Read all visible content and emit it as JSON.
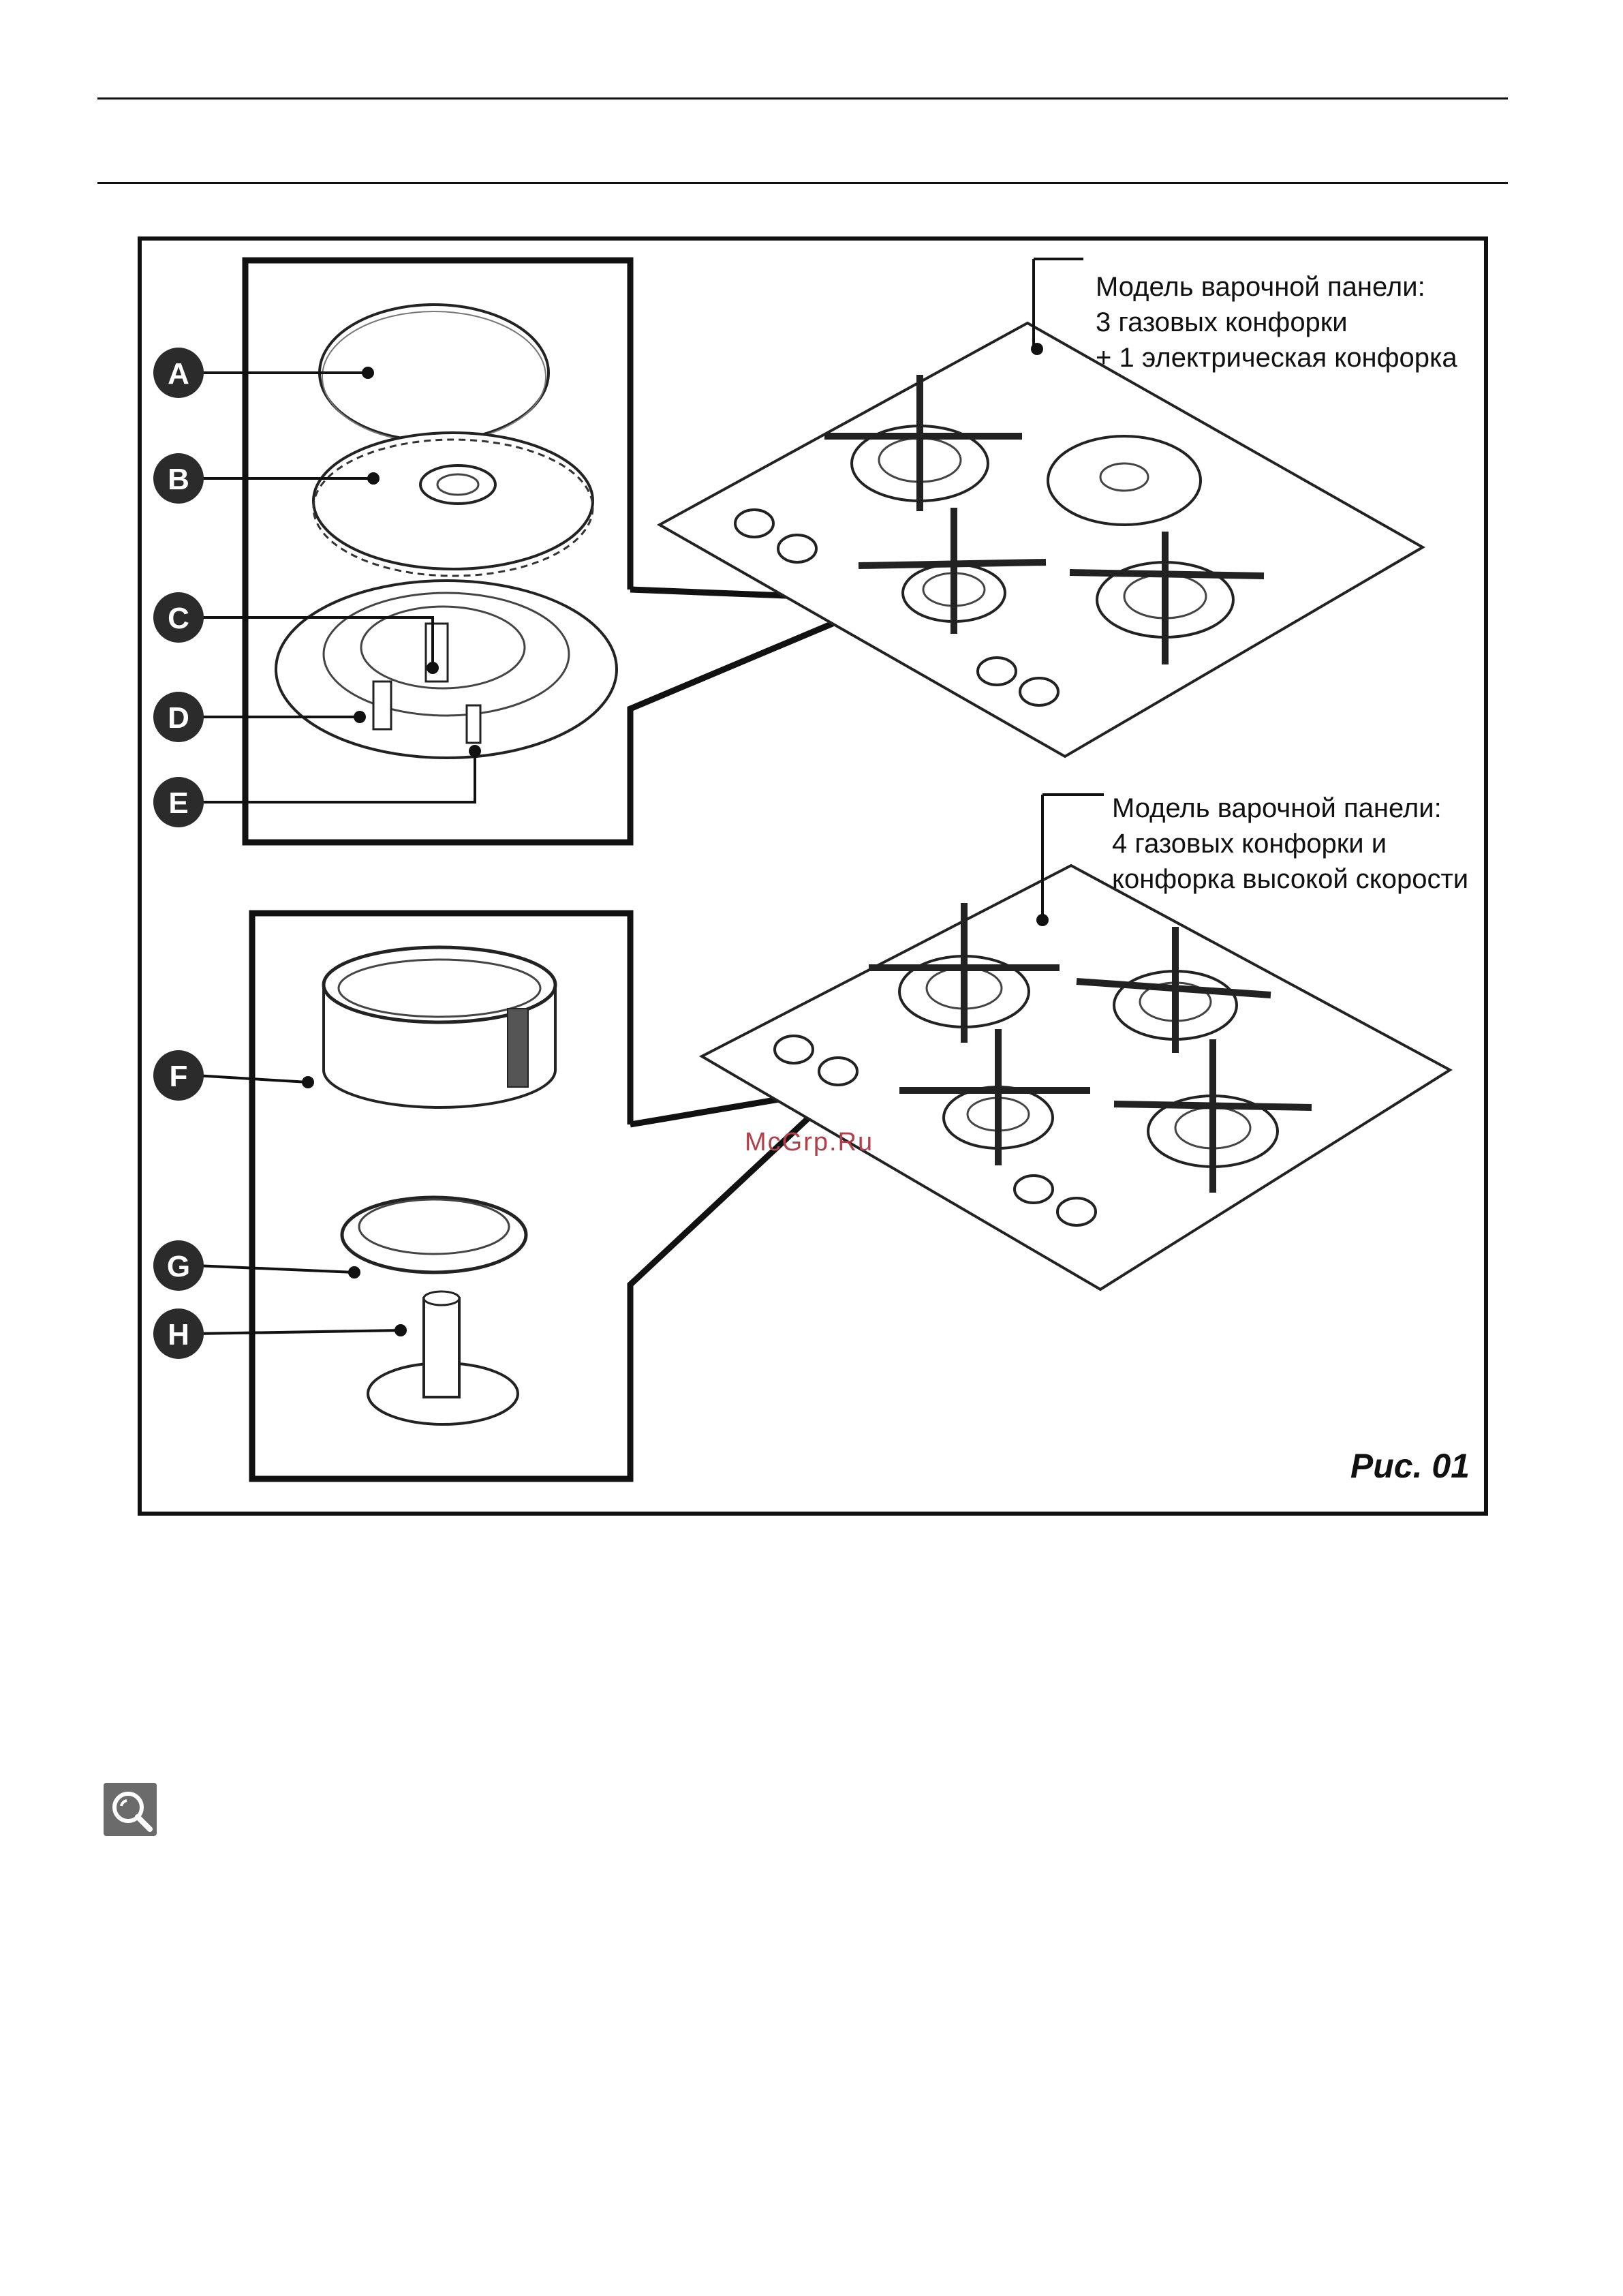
{
  "figure": {
    "label": "Рис. 01",
    "watermark": "McGrp.Ru",
    "parts": [
      "A",
      "B",
      "C",
      "D",
      "E",
      "F",
      "G",
      "H"
    ],
    "model_top": {
      "lines": [
        "Модель варочной панели:",
        "3 газовых конфорки",
        "+ 1 электрическая конфорка"
      ]
    },
    "model_bottom": {
      "lines": [
        "Модель варочной панели:",
        "4 газовых конфорки и",
        "конфорка высокой скорости"
      ]
    }
  },
  "icons": {
    "search": "search-icon"
  },
  "colors": {
    "line": "#111111",
    "badge": "#2b2b2b",
    "accent_watermark": "#b0404a"
  }
}
